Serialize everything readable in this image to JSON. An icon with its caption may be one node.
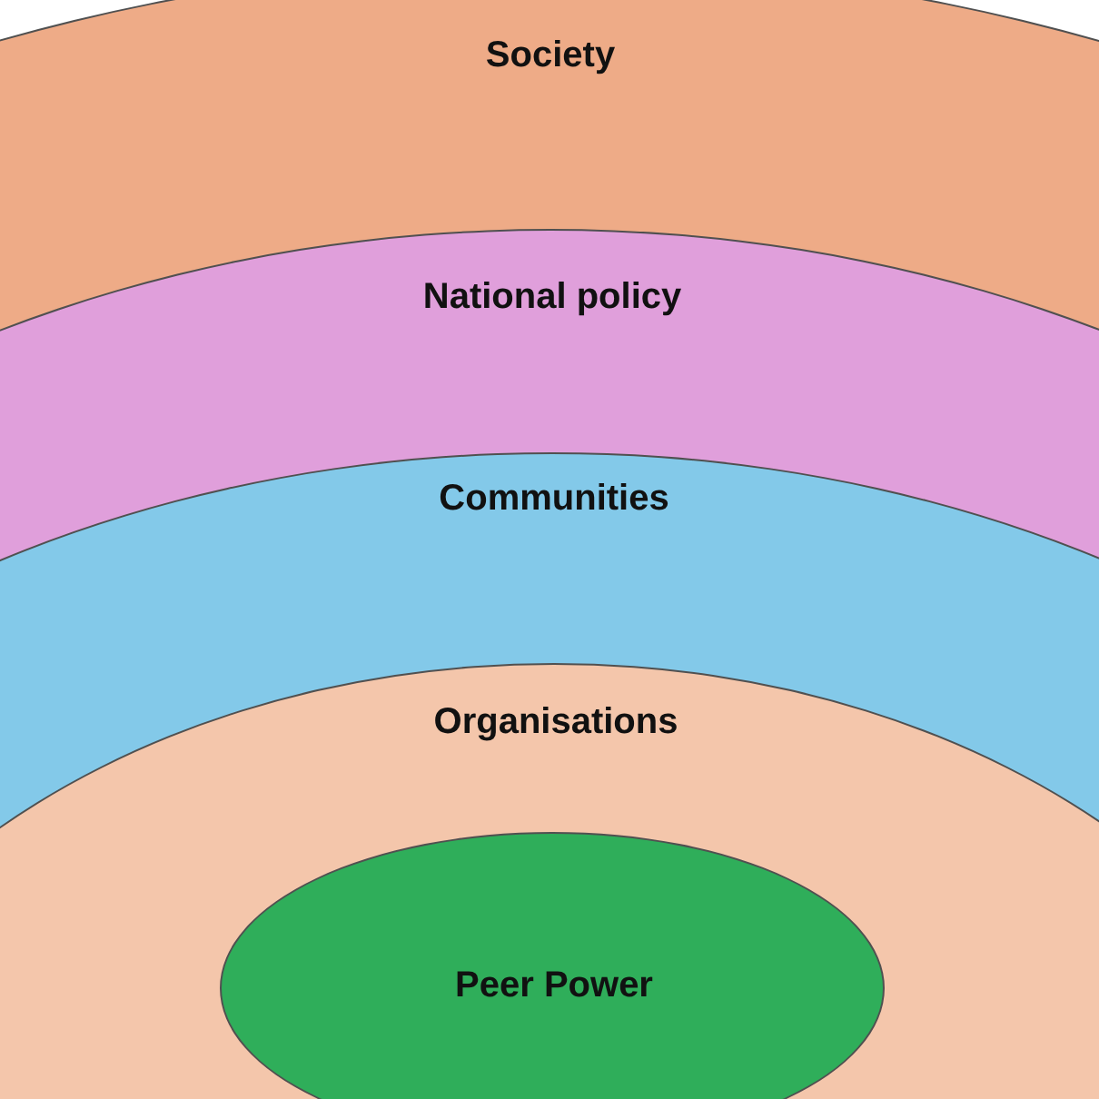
{
  "diagram": {
    "nodes": [
      {
        "text": [
          "Society"
        ]
      },
      {
        "text": [
          "National policy"
        ],
        "in": 0
      },
      {
        "text": [
          "Communities"
        ],
        "in": 1
      },
      {
        "text": [
          "Organisations"
        ],
        "in": 2
      },
      {
        "text": [
          "Peer Power"
        ],
        "in": 3
      }
    ]
  }
}
